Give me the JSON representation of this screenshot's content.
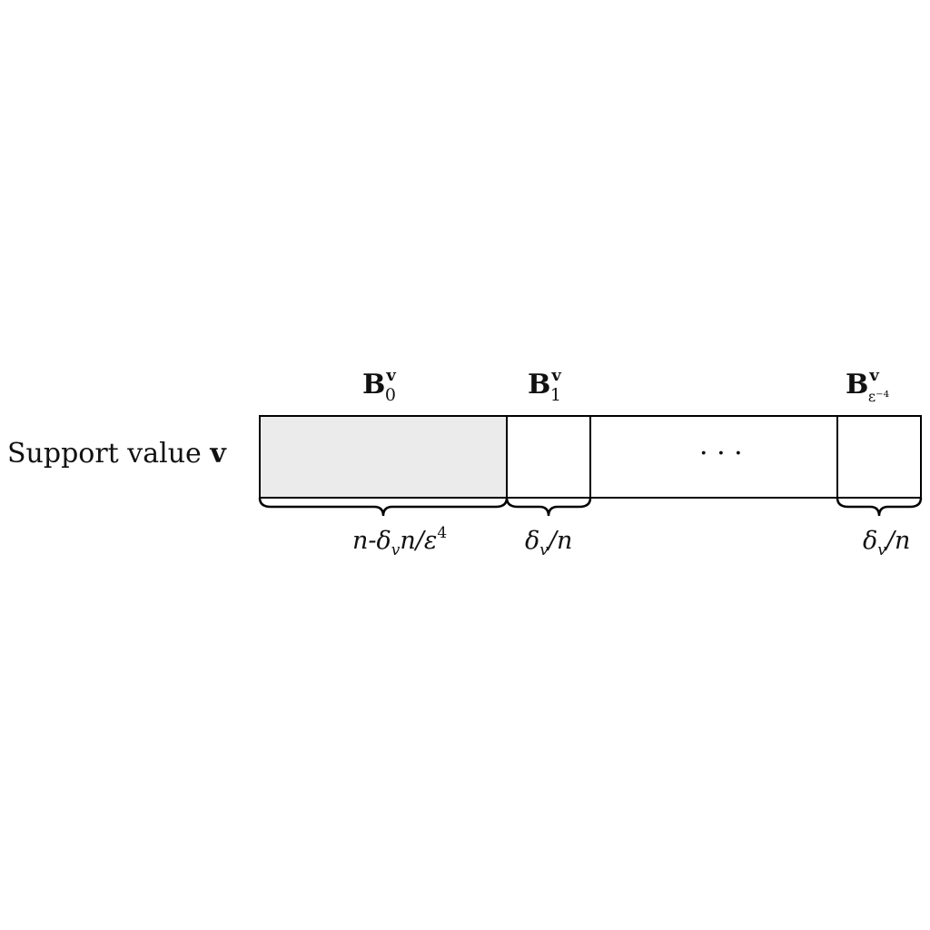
{
  "row_label": {
    "text": "Support value ",
    "var": "v"
  },
  "buckets": [
    {
      "base": "B",
      "sup": "v",
      "sub": "0"
    },
    {
      "base": "B",
      "sup": "v",
      "sub": "1"
    },
    {
      "base": "B",
      "sup": "v",
      "sub": "ε⁻⁴"
    }
  ],
  "ellipsis": "· · ·",
  "sizes": [
    {
      "pre": "n-δ",
      "sub": "v",
      "mid": "n/ε",
      "sup": "4"
    },
    {
      "pre": "δ",
      "sub": "v",
      "mid": "/n",
      "sup": ""
    },
    {
      "pre": "δ",
      "sub": "v",
      "mid": "/n",
      "sup": ""
    }
  ],
  "colors": {
    "shaded": "#ebebeb",
    "stroke": "#000000"
  }
}
